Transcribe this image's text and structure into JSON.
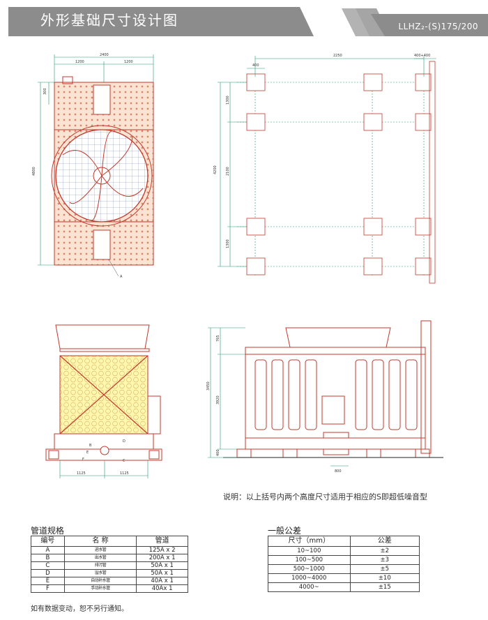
{
  "header": {
    "title": "外形基础尺寸设计图",
    "model": "LLHZ₂-(S)175/200"
  },
  "dims": {
    "top_width": "2400",
    "top_half_left": "1200",
    "top_half_right": "1200",
    "top_height": "4800",
    "top_small": "300",
    "label_a": "A",
    "plan_width": "2250",
    "plan_small": "400",
    "plan_height": "4200",
    "plan_h1": "1300",
    "plan_h2": "2100",
    "plan_h3": "1300",
    "plan_right": "400+400",
    "front_w1": "1125",
    "front_w2": "1125",
    "side_h1": "765",
    "side_h2": "3450",
    "side_h3": "3920",
    "side_h4": "400",
    "side_bottom": "800",
    "label_b": "B",
    "label_c": "C",
    "label_d": "D",
    "label_e": "E",
    "label_f": "F"
  },
  "note": "说明：以上括号内两个高度尺寸适用于相应的S即超低噪音型",
  "pipe_table": {
    "title": "管道规格",
    "headers": [
      "编号",
      "名 称",
      "管道"
    ],
    "rows": [
      {
        "code": "A",
        "name": "进水管",
        "spec": "125A x 2"
      },
      {
        "code": "B",
        "name": "出水管",
        "spec": "200A x 1"
      },
      {
        "code": "C",
        "name": "排污管",
        "spec": "50A x 1"
      },
      {
        "code": "D",
        "name": "溢水管",
        "spec": "50A x 1"
      },
      {
        "code": "E",
        "name": "自动补水管",
        "spec": "40A x 1"
      },
      {
        "code": "F",
        "name": "手动补水管",
        "spec": "40Ax 1"
      }
    ]
  },
  "tolerance_table": {
    "title": "一般公差",
    "headers": [
      "尺寸（mm）",
      "公差"
    ],
    "rows": [
      {
        "size": "10~100",
        "tol": "±2"
      },
      {
        "size": "100~500",
        "tol": "±3"
      },
      {
        "size": "500~1000",
        "tol": "±5"
      },
      {
        "size": "1000~4000",
        "tol": "±10"
      },
      {
        "size": "4000~",
        "tol": "±15"
      }
    ]
  },
  "footer": "如有数据变动，恕不另行通知。",
  "colors": {
    "header_bg": "#8a8a8a",
    "drawing_red": "#c0392b",
    "dim_green": "#1e9a6e",
    "fill_yellow": "#fff7b0"
  }
}
